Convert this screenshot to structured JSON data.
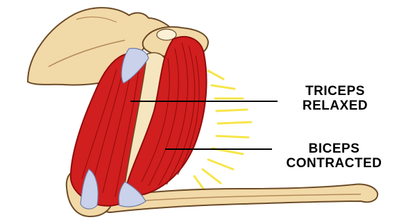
{
  "diagram": {
    "labels": {
      "triceps": {
        "line1": "TRICEPS",
        "line2": "RELAXED"
      },
      "biceps": {
        "line1": "BICEPS",
        "line2": "CONTRACTED"
      }
    },
    "colors": {
      "bone": "#f2d9a8",
      "bone_outline": "#6b4a26",
      "muscle": "#d11e1e",
      "muscle_dark": "#8e0c0c",
      "tendon": "#c9d2ea",
      "glow": "#f7e54a",
      "leader_line": "#000000"
    }
  }
}
